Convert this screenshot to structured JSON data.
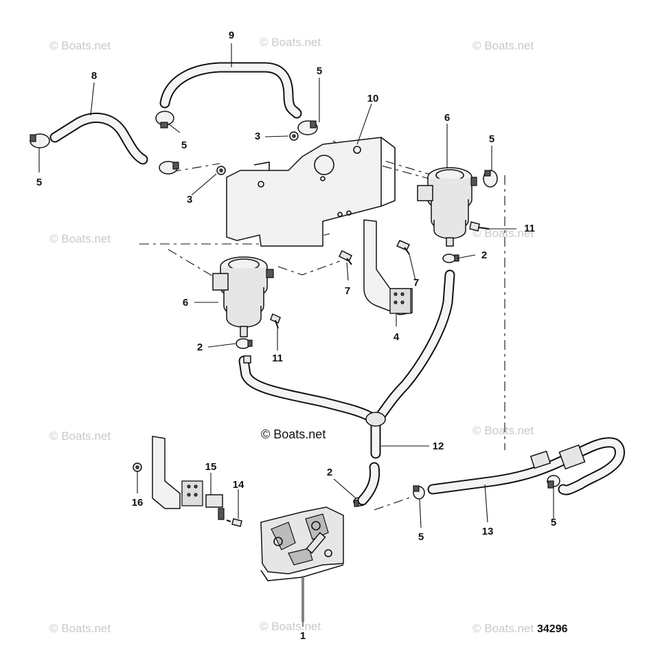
{
  "watermark_text": "© Boats.net",
  "copyright_text": "© Boats.net",
  "figure_number": "34296",
  "callouts": [
    {
      "id": "c9",
      "text": "9"
    },
    {
      "id": "c8",
      "text": "8"
    },
    {
      "id": "c5a",
      "text": "5"
    },
    {
      "id": "c5b",
      "text": "5"
    },
    {
      "id": "c10",
      "text": "10"
    },
    {
      "id": "c6a",
      "text": "6"
    },
    {
      "id": "c5c",
      "text": "5"
    },
    {
      "id": "c3a",
      "text": "3"
    },
    {
      "id": "c5d",
      "text": "5"
    },
    {
      "id": "c3b",
      "text": "3"
    },
    {
      "id": "c5e",
      "text": "5"
    },
    {
      "id": "c11a",
      "text": "11"
    },
    {
      "id": "c2a",
      "text": "2"
    },
    {
      "id": "c7a",
      "text": "7"
    },
    {
      "id": "c7b",
      "text": "7"
    },
    {
      "id": "c6b",
      "text": "6"
    },
    {
      "id": "c4",
      "text": "4"
    },
    {
      "id": "c2b",
      "text": "2"
    },
    {
      "id": "c11b",
      "text": "11"
    },
    {
      "id": "c12",
      "text": "12"
    },
    {
      "id": "c2c",
      "text": "2"
    },
    {
      "id": "c15",
      "text": "15"
    },
    {
      "id": "c14",
      "text": "14"
    },
    {
      "id": "c16",
      "text": "16"
    },
    {
      "id": "c13",
      "text": "13"
    },
    {
      "id": "c5f",
      "text": "5"
    },
    {
      "id": "c5g",
      "text": "5"
    },
    {
      "id": "c1",
      "text": "1"
    }
  ]
}
